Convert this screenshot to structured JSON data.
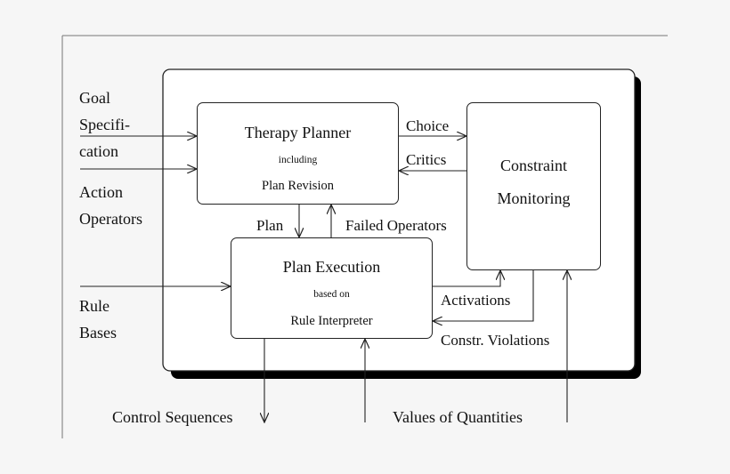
{
  "inputs": {
    "goal_line1": "Goal",
    "goal_line2": "Specifi-",
    "goal_line3": "cation",
    "action_line1": "Action",
    "action_line2": "Operators",
    "rule_line1": "Rule",
    "rule_line2": "Bases"
  },
  "therapy_planner": {
    "title": "Therapy Planner",
    "sub": "including",
    "detail": "Plan Revision"
  },
  "plan_execution": {
    "title": "Plan Execution",
    "sub": "based on",
    "detail": "Rule Interpreter"
  },
  "constraint_monitoring": {
    "line1": "Constraint",
    "line2": "Monitoring"
  },
  "edges": {
    "choice": "Choice",
    "critics": "Critics",
    "plan": "Plan",
    "failed_operators": "Failed Operators",
    "activations": "Activations",
    "constr_violations": "Constr. Violations"
  },
  "outputs": {
    "control_sequences": "Control Sequences",
    "values_of_quantities": "Values of Quantities"
  },
  "colors": {
    "background": "#f6f6f6",
    "line": "#222222",
    "shadow": "#000000",
    "box_fill": "#ffffff"
  }
}
